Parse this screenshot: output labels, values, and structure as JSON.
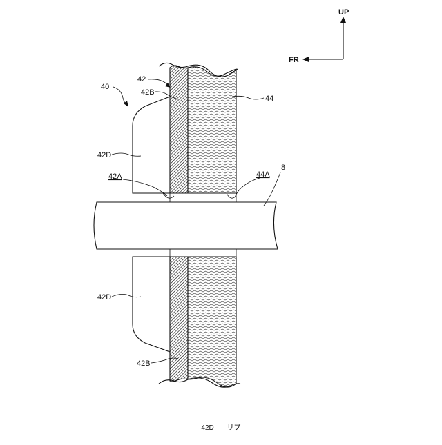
{
  "directions": {
    "up": "UP",
    "front": "FR"
  },
  "labels": {
    "ref_40": "40",
    "ref_42": "42",
    "ref_42B_top": "42B",
    "ref_44": "44",
    "ref_42D_top": "42D",
    "ref_42A": "42A",
    "ref_44A": "44A",
    "ref_8": "8",
    "ref_42D_bottom": "42D",
    "ref_42B_bottom": "42B"
  },
  "caption": {
    "code": "42D",
    "text": "リブ"
  },
  "colors": {
    "line": "#111111",
    "background": "#ffffff"
  }
}
